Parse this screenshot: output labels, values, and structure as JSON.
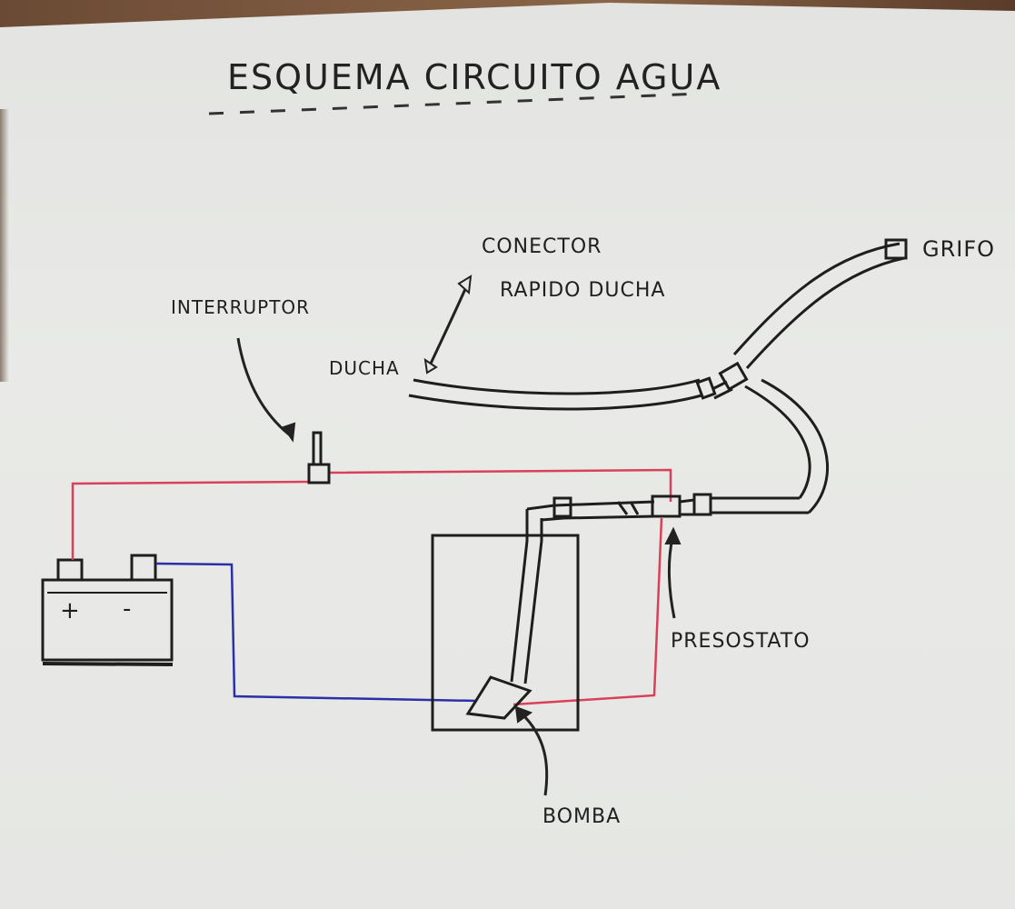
{
  "title": "ESQUEMA CIRCUITO AGUA",
  "labels": {
    "interruptor": "INTERRUPTOR",
    "conector_line1": "CONECTOR",
    "conector_line2": "RAPIDO DUCHA",
    "ducha": "DUCHA",
    "grifo": "GRIFO",
    "presostato": "PRESOSTATO",
    "bomba": "BOMBA"
  },
  "battery": {
    "plus": "+",
    "minus": "-"
  },
  "colors": {
    "ink": "#222222",
    "positive_wire": "#d9405a",
    "negative_wire": "#2b2fa8",
    "paper": "#e7e8e5"
  }
}
